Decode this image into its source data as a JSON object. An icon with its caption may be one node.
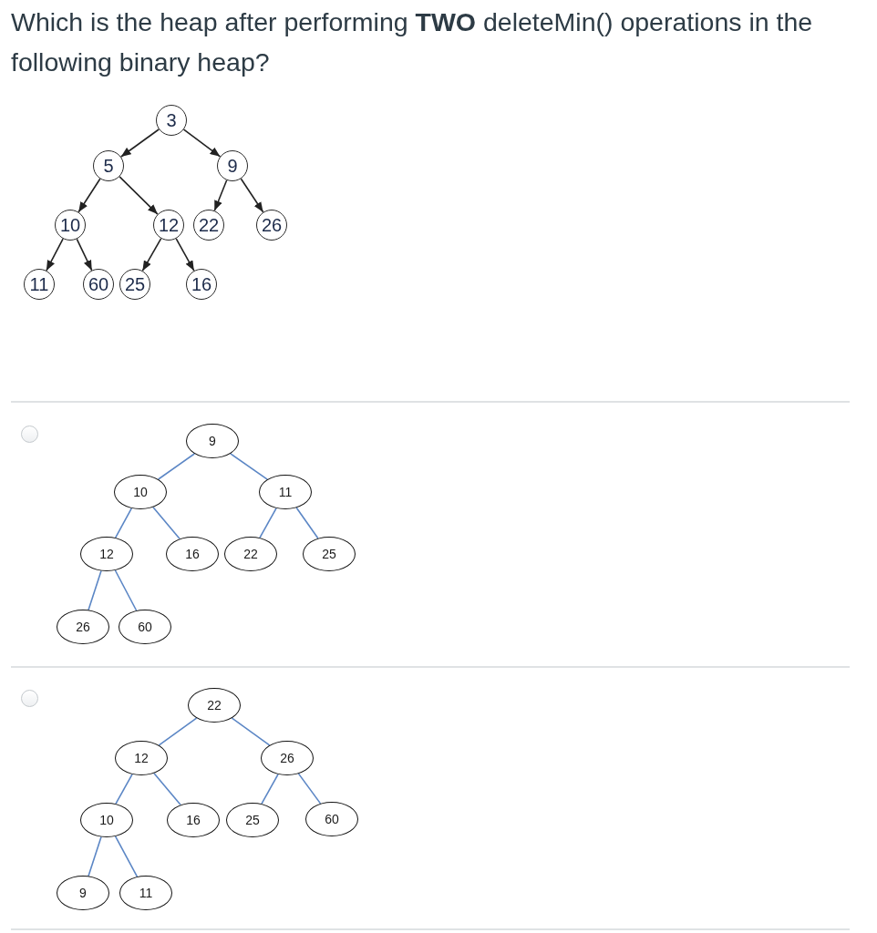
{
  "diagram": {
    "title": "Which is the heap after performing **TWO** deleteMin() operations in the following binary heap?",
    "nodes": [
      {
        "text": [
          "3"
        ]
      },
      {
        "text": [
          "5"
        ]
      },
      {
        "text": [
          "9"
        ]
      },
      {
        "text": [
          "10"
        ]
      },
      {
        "text": [
          "12"
        ]
      },
      {
        "text": [
          "22"
        ]
      },
      {
        "text": [
          "26"
        ]
      },
      {
        "text": [
          "11"
        ]
      },
      {
        "text": [
          "60"
        ]
      },
      {
        "text": [
          "25"
        ]
      },
      {
        "text": [
          "16"
        ]
      },
      {
        "text": [
          "9"
        ]
      },
      {
        "text": [
          "10"
        ]
      },
      {
        "text": [
          "11"
        ]
      },
      {
        "text": [
          "12"
        ]
      },
      {
        "text": [
          "16"
        ]
      },
      {
        "text": [
          "22"
        ]
      },
      {
        "text": [
          "25"
        ]
      },
      {
        "text": [
          "26"
        ]
      },
      {
        "text": [
          "60"
        ]
      },
      {
        "text": [
          "22"
        ]
      },
      {
        "text": [
          "12"
        ]
      },
      {
        "text": [
          "26"
        ]
      },
      {
        "text": [
          "10"
        ]
      },
      {
        "text": [
          "16"
        ]
      },
      {
        "text": [
          "25"
        ]
      },
      {
        "text": [
          "60"
        ]
      },
      {
        "text": [
          "9"
        ]
      },
      {
        "text": [
          "11"
        ]
      }
    ],
    "edges": [
      {
        "from": 0,
        "to": 1,
        "arrow": "to",
        "color": "#222222"
      },
      {
        "from": 0,
        "to": 2,
        "arrow": "to",
        "color": "#222222"
      },
      {
        "from": 1,
        "to": 3,
        "arrow": "to",
        "color": "#222222"
      },
      {
        "from": 1,
        "to": 4,
        "arrow": "to",
        "color": "#222222"
      },
      {
        "from": 2,
        "to": 5,
        "arrow": "to",
        "color": "#222222"
      },
      {
        "from": 2,
        "to": 6,
        "arrow": "to",
        "color": "#222222"
      },
      {
        "from": 3,
        "to": 7,
        "arrow": "to",
        "color": "#222222"
      },
      {
        "from": 3,
        "to": 8,
        "arrow": "to",
        "color": "#222222"
      },
      {
        "from": 4,
        "to": 9,
        "arrow": "to",
        "color": "#222222"
      },
      {
        "from": 4,
        "to": 10,
        "arrow": "to",
        "color": "#222222"
      },
      {
        "from": 11,
        "to": 12,
        "arrow": "none"
      },
      {
        "from": 11,
        "to": 13,
        "arrow": "none"
      },
      {
        "from": 12,
        "to": 14,
        "arrow": "none"
      },
      {
        "from": 12,
        "to": 15,
        "arrow": "none"
      },
      {
        "from": 13,
        "to": 16,
        "arrow": "none"
      },
      {
        "from": 13,
        "to": 17,
        "arrow": "none"
      },
      {
        "from": 14,
        "to": 18,
        "arrow": "none"
      },
      {
        "from": 14,
        "to": 19,
        "arrow": "none"
      },
      {
        "from": 20,
        "to": 21,
        "arrow": "none"
      },
      {
        "from": 20,
        "to": 22,
        "arrow": "none"
      },
      {
        "from": 21,
        "to": 23,
        "arrow": "none"
      },
      {
        "from": 21,
        "to": 24,
        "arrow": "none"
      },
      {
        "from": 22,
        "to": 25,
        "arrow": "none"
      },
      {
        "from": 22,
        "to": 26,
        "arrow": "none"
      },
      {
        "from": 23,
        "to": 27,
        "arrow": "none"
      },
      {
        "from": 23,
        "to": 28,
        "arrow": "none"
      }
    ]
  }
}
